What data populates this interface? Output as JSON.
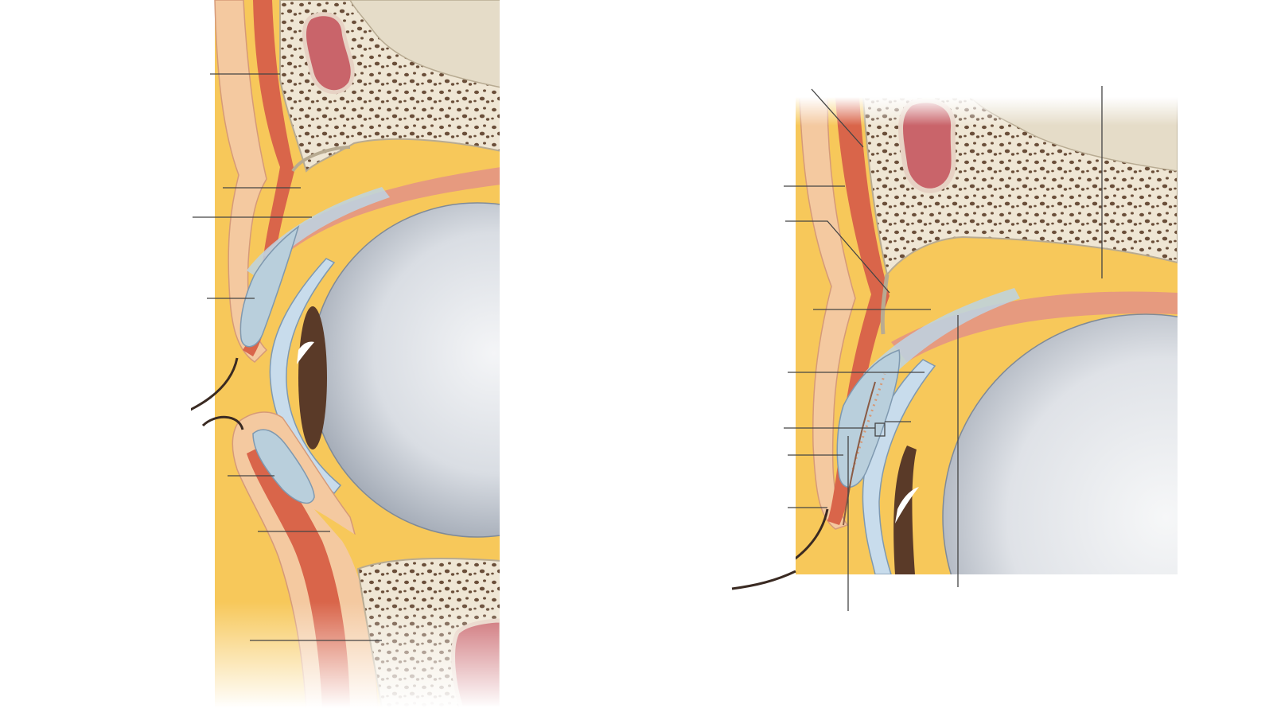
{
  "figure": {
    "title": "",
    "panels": [
      {
        "id": "left",
        "subject": "eyelids-sagittal-section-whole"
      },
      {
        "id": "right",
        "subject": "upper-eyelid-sagittal-section-enlarged"
      }
    ],
    "labels": [],
    "colors": {
      "skin": "#f4c9a0",
      "fat": "#f7c85a",
      "muscle": "#d9654a",
      "bone": "#efe6d4",
      "bone_spongy": "#6b4f3a",
      "sinus": "#c9646a",
      "tarsal_plate": "#b9cfdc",
      "globe": "#d8dce2",
      "iris": "#5a3a28",
      "conjunctiva": "#bcd3e4",
      "leader_line": "#444444",
      "eyelash": "#3a2a22"
    }
  }
}
